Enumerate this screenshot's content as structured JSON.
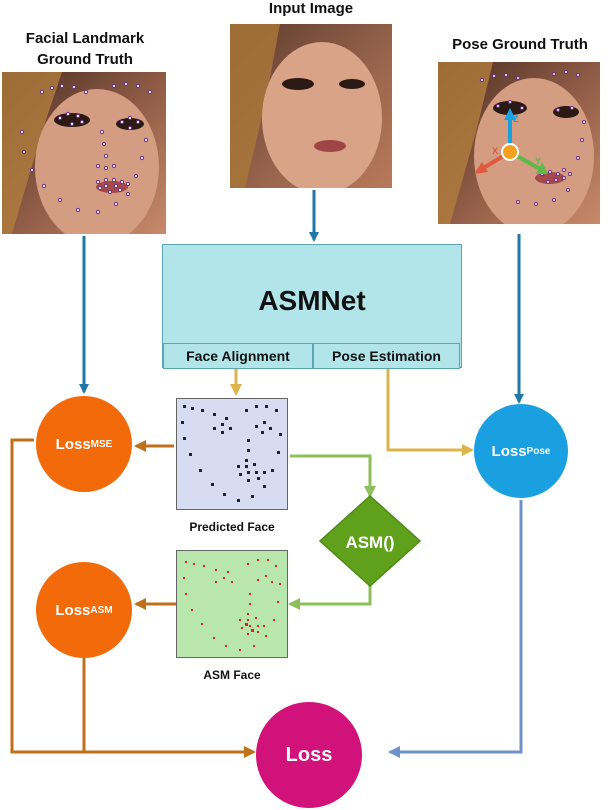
{
  "labels": {
    "input_image": "Input Image",
    "facial_landmark_gt_line1": "Facial Landmark",
    "facial_landmark_gt_line2": "Ground Truth",
    "pose_gt": "Pose Ground Truth",
    "asmnet": "ASMNet",
    "face_alignment": "Face Alignment",
    "pose_estimation": "Pose Estimation",
    "predicted_face": "Predicted Face",
    "asm_face": "ASM Face",
    "asm_func": "ASM()",
    "loss_base": "Loss",
    "loss_mse_sub": "MSE",
    "loss_asm_sub": "ASM",
    "loss_pose_sub": "Pose",
    "loss_total": "Loss",
    "axis_x": "X",
    "axis_y": "Y",
    "axis_z": "Z"
  },
  "colors": {
    "blue_arrow": "#1f78a8",
    "orange_node": "#f26a0a",
    "orange_arrow": "#c0701a",
    "pose_node": "#1aa0e0",
    "pose_arrow": "#6f93c9",
    "yellow_arrow": "#dcb44a",
    "green": "#66a61e",
    "green_arrow": "#8cbf5a",
    "magenta": "#d0127a",
    "asmnet_fill": "#b2e5ea",
    "pred_face_fill": "#d7dcf2",
    "asm_face_fill": "#b8e6ac"
  }
}
